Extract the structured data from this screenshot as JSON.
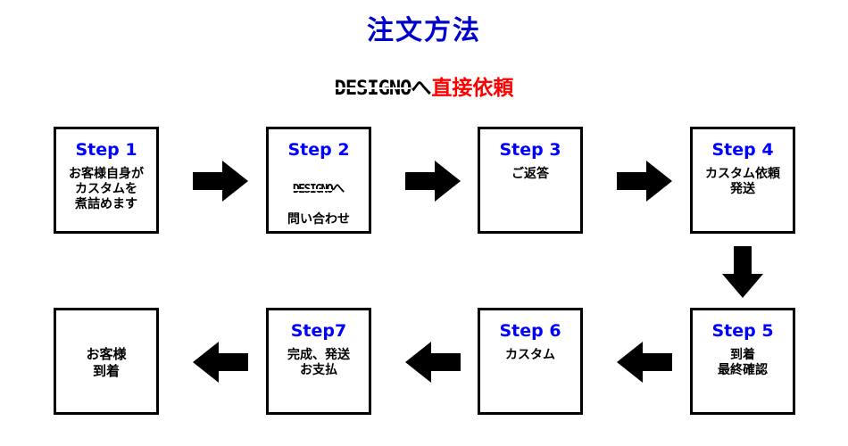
{
  "page": {
    "title": "注文方法",
    "title_color": "#0000cc",
    "background": "#ffffff"
  },
  "subtitle": {
    "logo": "DESIGNO",
    "particle": "へ",
    "highlight": "直接依頼",
    "highlight_color": "#ff0000"
  },
  "flow": {
    "step_color": "#0000ff",
    "box_border_color": "#000000",
    "arrow_color": "#000000",
    "boxes": [
      {
        "step": "Step 1",
        "body": "お客様自身が\nカスタムを\n煮詰めます",
        "has_logo": false
      },
      {
        "step": "Step 2",
        "body_logo": "DESIGNO",
        "body_after_logo": "へ",
        "body_line2": "問い合わせ",
        "has_logo": true
      },
      {
        "step": "Step 3",
        "body": "ご返答",
        "has_logo": false
      },
      {
        "step": "Step 4",
        "body": "カスタム依頼\n発送",
        "has_logo": false
      },
      {
        "step": "Step 5",
        "body": "到着\n最終確認",
        "has_logo": false
      },
      {
        "step": "Step 6",
        "body": "カスタム",
        "has_logo": false
      },
      {
        "step": "Step7",
        "body": "完成、発送\nお支払",
        "has_logo": false
      },
      {
        "step": "",
        "body": "お客様\n到着",
        "has_logo": false
      }
    ],
    "arrows": [
      {
        "name": "arrow-step1-to-step2",
        "direction": "right"
      },
      {
        "name": "arrow-step2-to-step3",
        "direction": "right"
      },
      {
        "name": "arrow-step3-to-step4",
        "direction": "right"
      },
      {
        "name": "arrow-step4-to-step5",
        "direction": "down"
      },
      {
        "name": "arrow-step5-to-step6",
        "direction": "left"
      },
      {
        "name": "arrow-step6-to-step7",
        "direction": "left"
      },
      {
        "name": "arrow-step7-to-delivery",
        "direction": "left"
      }
    ]
  }
}
